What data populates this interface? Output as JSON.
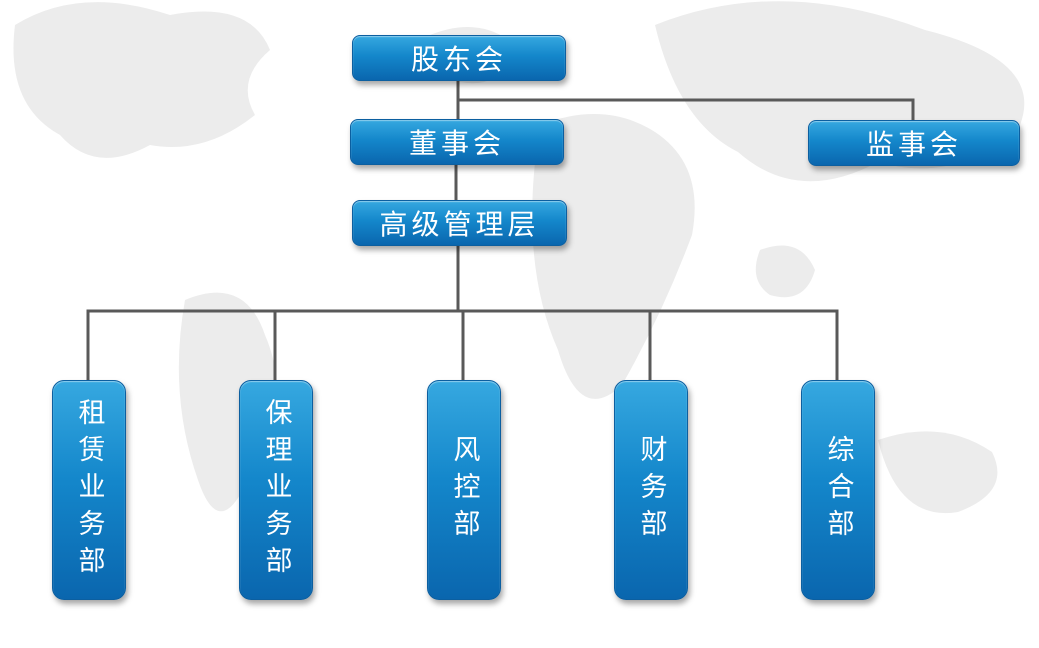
{
  "org_chart": {
    "colors": {
      "box_gradient_top": "#36a8e0",
      "box_gradient_bottom": "#0a66ae",
      "box_text": "#ffffff",
      "connector": "#595959",
      "map_background": "#ececec"
    },
    "nodes": {
      "shareholders": {
        "label": "股东会"
      },
      "board": {
        "label": "董事会"
      },
      "supervisory": {
        "label": "监事会"
      },
      "senior_management": {
        "label": "高级管理层"
      },
      "departments": [
        {
          "id": "leasing-business",
          "label": "租赁业务部"
        },
        {
          "id": "factoring-business",
          "label": "保理业务部"
        },
        {
          "id": "risk-control",
          "label": "风控部"
        },
        {
          "id": "finance",
          "label": "财务部"
        },
        {
          "id": "general-affairs",
          "label": "综合部"
        }
      ]
    },
    "hierarchy": {
      "root": "股东会",
      "children_of_root": [
        "董事会",
        "监事会"
      ],
      "child_of_board": "高级管理层",
      "children_of_senior_management": [
        "租赁业务部",
        "保理业务部",
        "风控部",
        "财务部",
        "综合部"
      ]
    }
  }
}
